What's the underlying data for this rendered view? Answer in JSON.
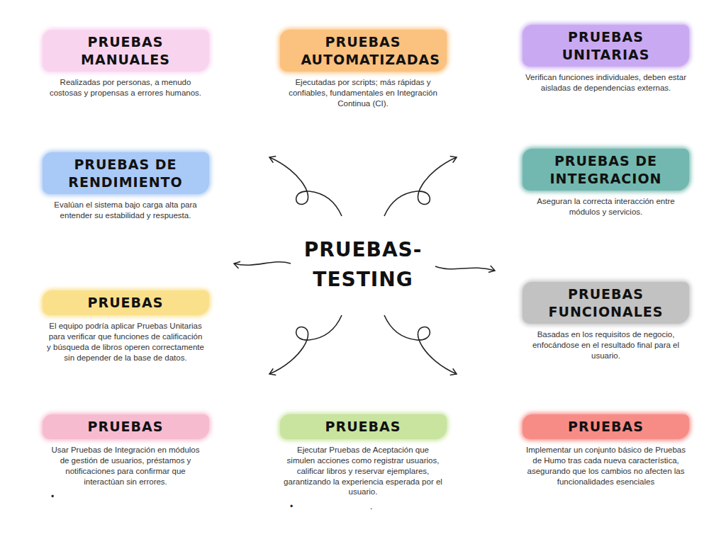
{
  "diagram": {
    "title": "PRUEBAS-TESTING",
    "nodes": [
      {
        "text": [
          "PRUEBAS MANUALES",
          "Realizadas por personas, a menudo costosas y propensas a errores humanos."
        ]
      },
      {
        "text": [
          "PRUEBAS AUTOMATIZADAS",
          "Ejecutadas por scripts; más rápidas y confiables, fundamentales en Integración Continua (CI)."
        ]
      },
      {
        "text": [
          "PRUEBAS UNITARIAS",
          "Verifican funciones individuales, deben estar aisladas de dependencias externas."
        ]
      },
      {
        "text": [
          "PRUEBAS DE RENDIMIENTO",
          "Evalúan el sistema bajo carga alta para entender su estabilidad y respuesta."
        ]
      },
      {
        "text": [
          "PRUEBAS DE INTEGRACION",
          "Aseguran la correcta interacción entre módulos y servicios."
        ]
      },
      {
        "text": [
          "PRUEBAS",
          "El equipo podría aplicar Pruebas Unitarias para verificar que funciones de calificación y búsqueda de libros operen correctamente sin depender de la base de datos."
        ]
      },
      {
        "text": [
          "PRUEBAS FUNCIONALES",
          "Basadas en los requisitos de negocio, enfocándose en el resultado final para el usuario."
        ]
      },
      {
        "text": [
          "PRUEBAS",
          "Usar Pruebas de Integración en módulos de gestión de usuarios, préstamos y notificaciones para confirmar que interactúan sin errores."
        ]
      },
      {
        "text": [
          "PRUEBAS",
          "Ejecutar Pruebas de Aceptación que simulen acciones como registrar usuarios, calificar libros y reservar ejemplares, garantizando la experiencia esperada por el usuario."
        ]
      },
      {
        "text": [
          "PRUEBAS",
          "Implementar un conjunto básico de Pruebas de Humo tras cada nueva característica, asegurando que los cambios no afecten las funcionalidades esenciales"
        ]
      }
    ],
    "labels": [
      "•",
      "•",
      "."
    ]
  }
}
